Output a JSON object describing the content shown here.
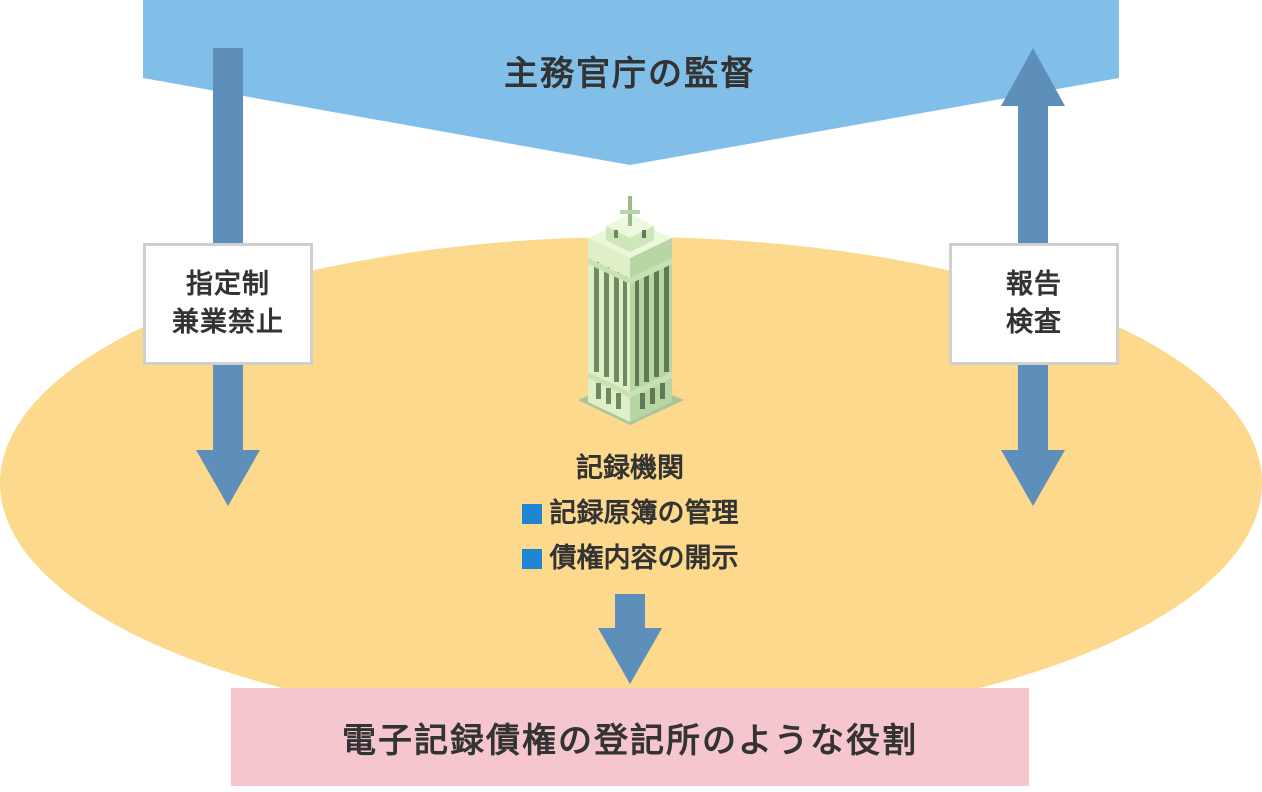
{
  "supervision": {
    "title": "主務官庁の監督"
  },
  "left_label": {
    "line1": "指定制",
    "line2": "兼業禁止"
  },
  "right_label": {
    "line1": "報告",
    "line2": "検査"
  },
  "registry": {
    "name": "記録機関",
    "bullets": [
      "記録原簿の管理",
      "債権内容の開示"
    ]
  },
  "role": {
    "text": "電子記録債権の登記所のような役割"
  },
  "colors": {
    "sky_band": "#82bfe8",
    "ellipse": "#fcd98c",
    "arrow": "#5d8fba",
    "bullet": "#1e86d0",
    "bottom_box": "#f6c6cf"
  },
  "icons": {
    "building": "office-building-icon"
  }
}
